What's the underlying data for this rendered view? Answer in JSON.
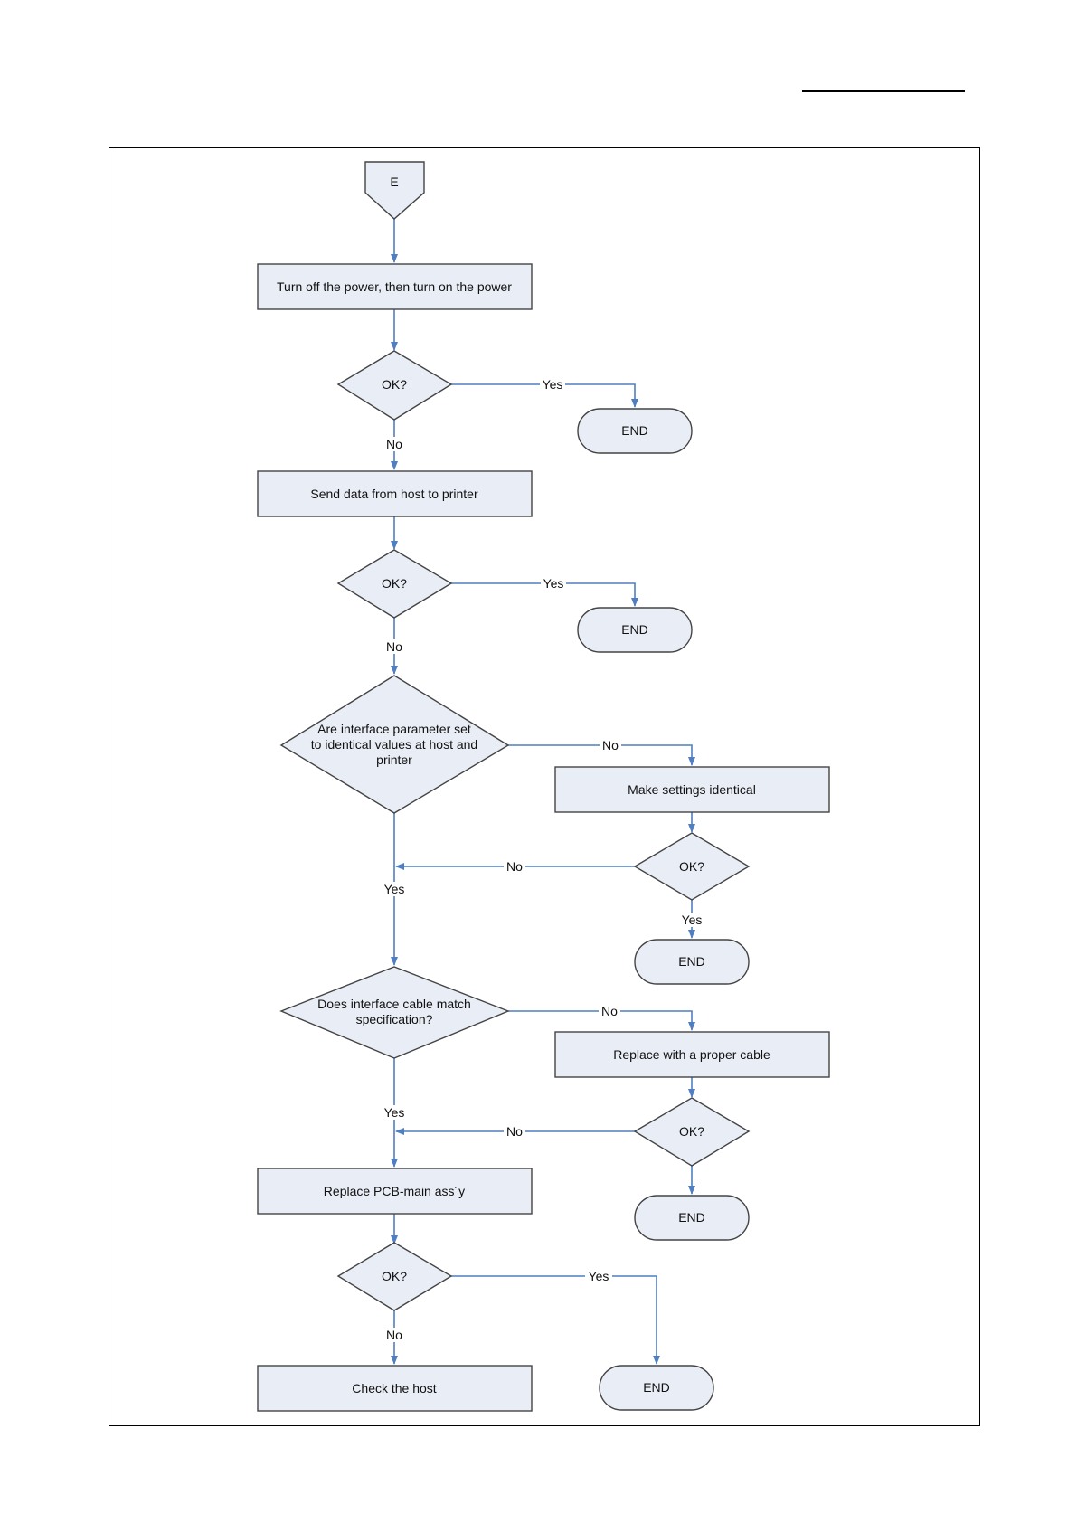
{
  "diagram": {
    "connector_color": "#4f7fc1",
    "node_fill": "#e9edf6",
    "entry": "E",
    "step_power_cycle": "Turn off the power, then turn on the power",
    "check_1": "OK?",
    "yes_1": "Yes",
    "no_1": "No",
    "end_1": "END",
    "step_send_data": "Send data from host to printer",
    "check_2": "OK?",
    "yes_2": "Yes",
    "no_2": "No",
    "end_2": "END",
    "decision_params_lines": [
      "Are interface parameter set",
      "to identical values at host and",
      "printer"
    ],
    "no_params": "No",
    "step_make_identical": "Make settings identical",
    "check_3": "OK?",
    "no_3": "No",
    "yes_3": "Yes",
    "end_3": "END",
    "yes_params": "Yes",
    "decision_cable_lines": [
      "Does interface cable match",
      "specification?"
    ],
    "no_cable": "No",
    "step_replace_cable": "Replace with a proper cable",
    "check_4": "OK?",
    "no_4": "No",
    "end_4": "END",
    "yes_cable": "Yes",
    "step_replace_pcb": "Replace PCB-main ass´y",
    "check_5": "OK?",
    "yes_5": "Yes",
    "no_5": "No",
    "end_5": "END",
    "step_check_host": "Check the host"
  }
}
